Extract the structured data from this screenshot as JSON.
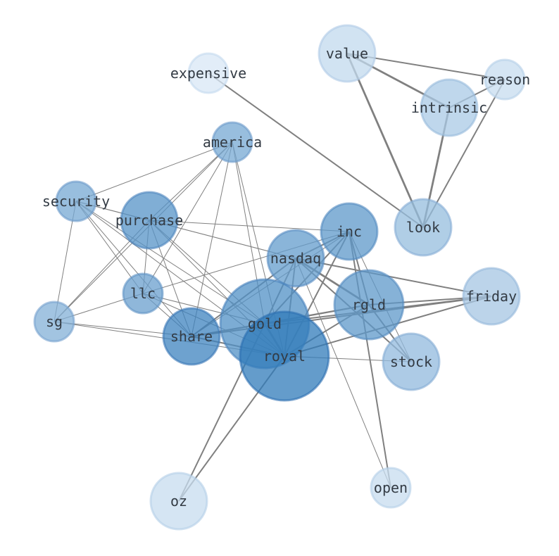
{
  "diagram": {
    "type": "word-network",
    "nodes": [
      {
        "id": "value",
        "label": "value",
        "weight": 0.15
      },
      {
        "id": "reason",
        "label": "reason",
        "weight": 0.12
      },
      {
        "id": "expensive",
        "label": "expensive",
        "weight": 0.03
      },
      {
        "id": "intrinsic",
        "label": "intrinsic",
        "weight": 0.28
      },
      {
        "id": "america",
        "label": "america",
        "weight": 0.55
      },
      {
        "id": "security",
        "label": "security",
        "weight": 0.55
      },
      {
        "id": "purchase",
        "label": "purchase",
        "weight": 0.72
      },
      {
        "id": "inc",
        "label": "inc",
        "weight": 0.68
      },
      {
        "id": "look",
        "label": "look",
        "weight": 0.38
      },
      {
        "id": "nasdaq",
        "label": "nasdaq",
        "weight": 0.65
      },
      {
        "id": "llc",
        "label": "llc",
        "weight": 0.62
      },
      {
        "id": "sg",
        "label": "sg",
        "weight": 0.48
      },
      {
        "id": "rgld",
        "label": "rgld",
        "weight": 0.68
      },
      {
        "id": "friday",
        "label": "friday",
        "weight": 0.3
      },
      {
        "id": "gold",
        "label": "gold",
        "weight": 0.75
      },
      {
        "id": "share",
        "label": "share",
        "weight": 0.85
      },
      {
        "id": "royal",
        "label": "royal",
        "weight": 0.92
      },
      {
        "id": "stock",
        "label": "stock",
        "weight": 0.4
      },
      {
        "id": "oz",
        "label": "oz",
        "weight": 0.12
      },
      {
        "id": "open",
        "label": "open",
        "weight": 0.12
      }
    ],
    "edges": [
      {
        "source": "value",
        "target": "intrinsic",
        "strength": 3
      },
      {
        "source": "value",
        "target": "look",
        "strength": 3
      },
      {
        "source": "value",
        "target": "reason",
        "strength": 2
      },
      {
        "source": "intrinsic",
        "target": "reason",
        "strength": 2
      },
      {
        "source": "intrinsic",
        "target": "look",
        "strength": 3
      },
      {
        "source": "reason",
        "target": "look",
        "strength": 2
      },
      {
        "source": "expensive",
        "target": "look",
        "strength": 2
      },
      {
        "source": "america",
        "target": "security",
        "strength": 1
      },
      {
        "source": "america",
        "target": "purchase",
        "strength": 1
      },
      {
        "source": "america",
        "target": "sg",
        "strength": 1
      },
      {
        "source": "america",
        "target": "llc",
        "strength": 1
      },
      {
        "source": "america",
        "target": "share",
        "strength": 1
      },
      {
        "source": "america",
        "target": "gold",
        "strength": 1
      },
      {
        "source": "america",
        "target": "royal",
        "strength": 1
      },
      {
        "source": "security",
        "target": "purchase",
        "strength": 1
      },
      {
        "source": "security",
        "target": "sg",
        "strength": 1
      },
      {
        "source": "security",
        "target": "llc",
        "strength": 1
      },
      {
        "source": "security",
        "target": "share",
        "strength": 1
      },
      {
        "source": "security",
        "target": "gold",
        "strength": 1
      },
      {
        "source": "security",
        "target": "royal",
        "strength": 1
      },
      {
        "source": "security",
        "target": "nasdaq",
        "strength": 1
      },
      {
        "source": "purchase",
        "target": "inc",
        "strength": 1
      },
      {
        "source": "purchase",
        "target": "sg",
        "strength": 1
      },
      {
        "source": "purchase",
        "target": "llc",
        "strength": 1
      },
      {
        "source": "purchase",
        "target": "share",
        "strength": 1
      },
      {
        "source": "purchase",
        "target": "gold",
        "strength": 1
      },
      {
        "source": "purchase",
        "target": "royal",
        "strength": 1
      },
      {
        "source": "purchase",
        "target": "nasdaq",
        "strength": 1
      },
      {
        "source": "inc",
        "target": "nasdaq",
        "strength": 2
      },
      {
        "source": "inc",
        "target": "rgld",
        "strength": 2
      },
      {
        "source": "inc",
        "target": "gold",
        "strength": 2
      },
      {
        "source": "inc",
        "target": "royal",
        "strength": 2
      },
      {
        "source": "inc",
        "target": "share",
        "strength": 1
      },
      {
        "source": "inc",
        "target": "llc",
        "strength": 1
      },
      {
        "source": "inc",
        "target": "stock",
        "strength": 1
      },
      {
        "source": "inc",
        "target": "open",
        "strength": 2
      },
      {
        "source": "nasdaq",
        "target": "rgld",
        "strength": 3
      },
      {
        "source": "nasdaq",
        "target": "gold",
        "strength": 2
      },
      {
        "source": "nasdaq",
        "target": "royal",
        "strength": 2
      },
      {
        "source": "nasdaq",
        "target": "share",
        "strength": 2
      },
      {
        "source": "nasdaq",
        "target": "stock",
        "strength": 2
      },
      {
        "source": "nasdaq",
        "target": "friday",
        "strength": 2
      },
      {
        "source": "nasdaq",
        "target": "open",
        "strength": 1
      },
      {
        "source": "rgld",
        "target": "friday",
        "strength": 2
      },
      {
        "source": "rgld",
        "target": "gold",
        "strength": 2
      },
      {
        "source": "rgld",
        "target": "royal",
        "strength": 2
      },
      {
        "source": "rgld",
        "target": "share",
        "strength": 2
      },
      {
        "source": "rgld",
        "target": "stock",
        "strength": 2
      },
      {
        "source": "friday",
        "target": "gold",
        "strength": 2
      },
      {
        "source": "friday",
        "target": "royal",
        "strength": 2
      },
      {
        "source": "friday",
        "target": "share",
        "strength": 2
      },
      {
        "source": "llc",
        "target": "share",
        "strength": 1
      },
      {
        "source": "llc",
        "target": "gold",
        "strength": 1
      },
      {
        "source": "llc",
        "target": "royal",
        "strength": 1
      },
      {
        "source": "llc",
        "target": "sg",
        "strength": 1
      },
      {
        "source": "sg",
        "target": "share",
        "strength": 1
      },
      {
        "source": "sg",
        "target": "royal",
        "strength": 1
      },
      {
        "source": "share",
        "target": "gold",
        "strength": 2
      },
      {
        "source": "share",
        "target": "royal",
        "strength": 2
      },
      {
        "source": "gold",
        "target": "royal",
        "strength": 3
      },
      {
        "source": "gold",
        "target": "oz",
        "strength": 2
      },
      {
        "source": "royal",
        "target": "oz",
        "strength": 2
      },
      {
        "source": "royal",
        "target": "stock",
        "strength": 1
      }
    ]
  }
}
